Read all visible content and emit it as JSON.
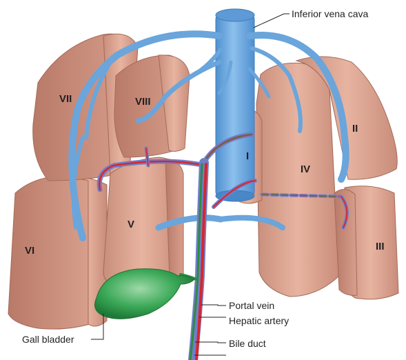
{
  "segments": {
    "I": "I",
    "II": "II",
    "III": "III",
    "IV": "IV",
    "V": "V",
    "VI": "VI",
    "VII": "VII",
    "VIII": "VIII"
  },
  "labels": {
    "ivc": "Inferior vena cava",
    "portal_vein": "Portal vein",
    "hepatic_artery": "Hepatic artery",
    "bile_duct": "Bile duct",
    "gall_bladder": "Gall bladder"
  },
  "colors": {
    "liver": "#d9a08e",
    "liver_dark": "#b87d6c",
    "vein": "#6aa5dc",
    "portal_vein": "#6f7fc9",
    "artery": "#d8262e",
    "bile_duct": "#2e8b3f",
    "gall_bladder": "#2f9d4a"
  }
}
